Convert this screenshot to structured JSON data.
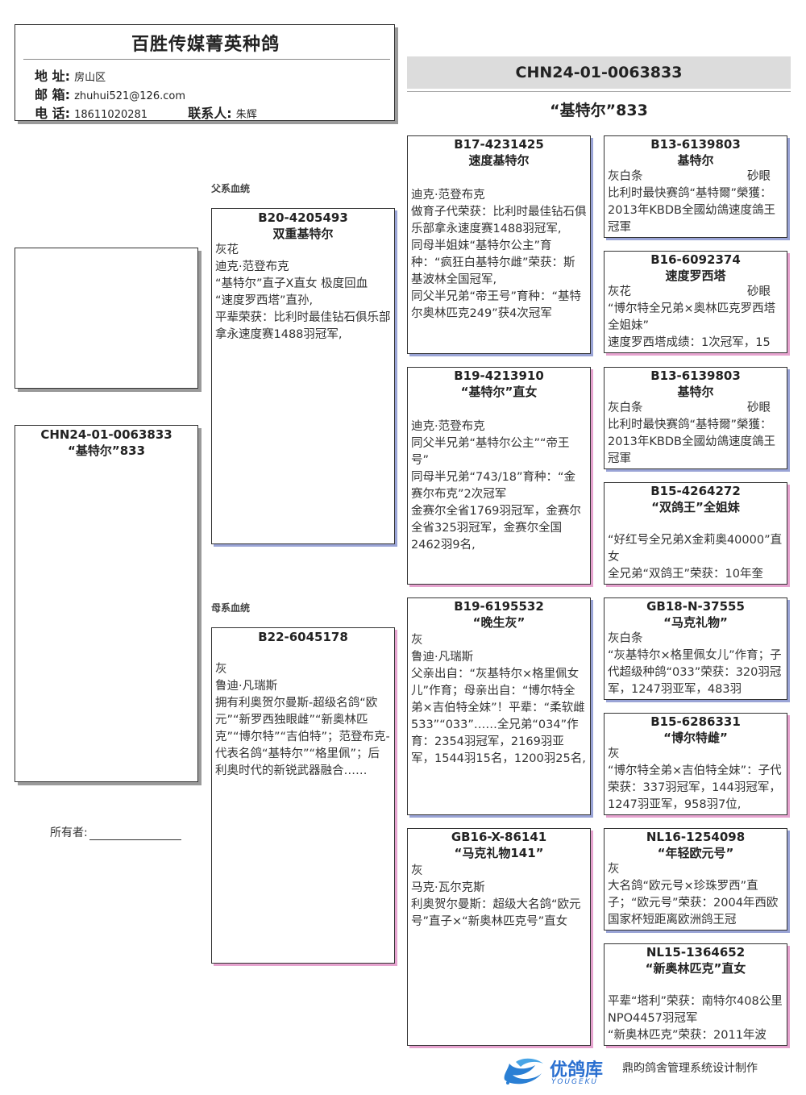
{
  "header": {
    "title": "百胜传媒菁英种鸽",
    "address_label": "地 址:",
    "address": "房山区",
    "email_label": "邮 箱:",
    "email": "zhuhui521@126.com",
    "phone_label": "电 话:",
    "phone": "18611020281",
    "contact_label": "联系人:",
    "contact": "朱辉"
  },
  "subject": {
    "ring": "CHN24-01-0063833",
    "name": "“基特尔”833"
  },
  "labels": {
    "sire_line": "父系血统",
    "dam_line": "母系血统",
    "owner": "所有者:"
  },
  "sire": {
    "ring": "B20-4205493",
    "name": "双重基特尔",
    "lines": [
      "灰花",
      "迪克·范登布克",
      "“基特尔”直子X直女 极度回血",
      "“速度罗西塔”直孙,",
      "平辈荣获：比利时最佳钻石俱乐部拿永速度赛1488羽冠军,"
    ]
  },
  "dam": {
    "ring": "B22-6045178",
    "name": "",
    "lines": [
      "灰",
      "鲁迪·凡瑞斯",
      "拥有利奥贺尔曼斯-超级名鸽“欧元”“新罗西独眼雌”“新奥林匹克”“博尔特”“吉伯特”；范登布克-代表名鸽“基特尔”“格里佩”；后利奥时代的新锐武器融合……"
    ]
  },
  "ss": {
    "ring": "B17-4231425",
    "name": "速度基特尔",
    "lines": [
      "迪克·范登布克",
      "做育子代荣获：比利时最佳钻石俱乐部拿永速度赛1488羽冠军,",
      "同母半姐妹“基特尔公主”育种：“疯狂白基特尔雌”荣获：斯基波林全国冠军,",
      "同父半兄弟“帝王号”育种：“基特尔奥林匹克249”获4次冠军"
    ]
  },
  "sd": {
    "ring": "B19-4213910",
    "name": "“基特尔”直女",
    "lines": [
      "迪克·范登布克",
      "同父半兄弟“基特尔公主”“帝王号”",
      "同母半兄弟“743/18”育种：“金赛尔布克”2次冠军",
      "金赛尔全省1769羽冠军，金赛尔全省325羽冠军，金赛尔全国2462羽9名,"
    ]
  },
  "ds": {
    "ring": "B19-6195532",
    "name": "“晚生灰”",
    "lines": [
      "灰",
      "鲁迪·凡瑞斯",
      "父亲出自：“灰基特尔×格里佩女儿”作育；母亲出自：“博尔特全弟×吉伯特全妹”！平辈：“柔软雌533”“033”……全兄弟“034”作育：2354羽冠军，2169羽亚军，1544羽15名，1200羽25名,"
    ]
  },
  "dd": {
    "ring": "GB16-X-86141",
    "name": "“马克礼物141”",
    "lines": [
      "灰",
      "马克·瓦尔克斯",
      "利奥贺尔曼斯：超级大名鸽“欧元号”直子×“新奥林匹克号”直女"
    ]
  },
  "sss": {
    "ring": "B13-6139803",
    "name": "基特尔",
    "color": "灰白条",
    "eye": "砂眼",
    "lines": [
      "比利时最快赛鸽“基特爾”榮獲：2013年KBDB全國幼鴿速度鴿王冠軍"
    ]
  },
  "ssd": {
    "ring": "B16-6092374",
    "name": "速度罗西塔",
    "color": "灰花",
    "eye": "砂眼",
    "lines": [
      "“博尔特全兄弟×奥林匹克罗西塔全姐妹”",
      "速度罗西塔成绩：1次冠军，15"
    ]
  },
  "sds": {
    "ring": "B13-6139803",
    "name": "基特尔",
    "color": "灰白条",
    "eye": "砂眼",
    "lines": [
      "比利时最快赛鸽“基特爾”榮獲：2013年KBDB全國幼鴿速度鴿王冠軍"
    ]
  },
  "sdd": {
    "ring": "B15-4264272",
    "name": "“双鸽王”全姐妹",
    "lines": [
      "",
      "“好红号全兄弟X金莉奥40000”直女",
      "全兄弟“双鸽王”荣获：10年奎"
    ]
  },
  "dss": {
    "ring": "GB18-N-37555",
    "name": "“马克礼物”",
    "lines": [
      "灰白条",
      "“灰基特尔×格里佩女儿”作育；子代超级种鸽“033”荣获：320羽冠军，1247羽亚军，483羽"
    ]
  },
  "dsd": {
    "ring": "B15-6286331",
    "name": "“博尔特雌”",
    "lines": [
      "灰",
      "“博尔特全弟×吉伯特全妹”：子代荣获：337羽冠军，144羽冠军，1247羽亚军，958羽7位,"
    ]
  },
  "dds": {
    "ring": "NL16-1254098",
    "name": "“年轻欧元号”",
    "lines": [
      "灰",
      "大名鸽“欧元号×珍珠罗西”直子；“欧元号”荣获：2004年西欧国家杯短距离欧洲鸽王冠"
    ]
  },
  "ddd": {
    "ring": "NL15-1364652",
    "name": "“新奥林匹克”直女",
    "lines": [
      "",
      "平辈“塔利”荣获：南特尔408公里NPO4457羽冠军",
      "“新奥林匹克”荣获：2011年波"
    ]
  },
  "footer": {
    "logo_text": "优鸽库",
    "logo_sub": "YOUGEKU",
    "credit": "鼎昀鸽舍管理系统设计制作"
  }
}
